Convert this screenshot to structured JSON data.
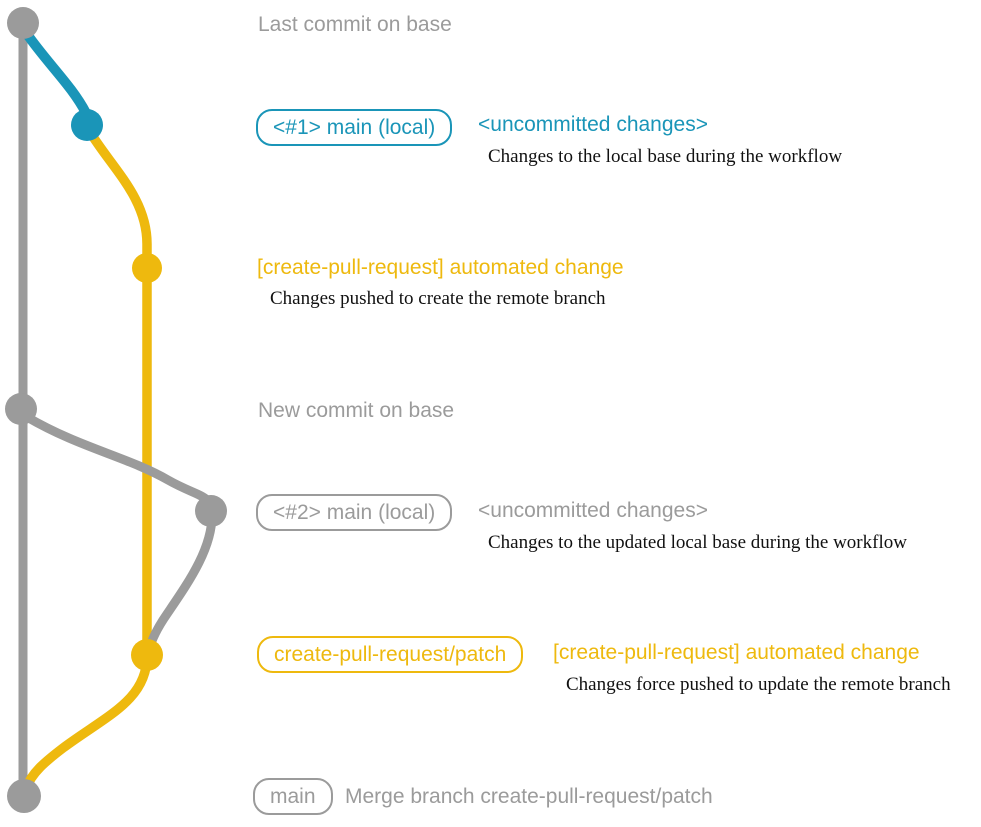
{
  "colors": {
    "gray": "#9b9b9b",
    "blue": "#1a95b8",
    "yellow": "#eeb90e",
    "black": "#111111"
  },
  "annotations": {
    "last_commit_caption": "Last commit on base",
    "badge_main_1": "<#1> main (local)",
    "uncommitted_1": "<uncommitted changes>",
    "uncommitted_1_desc": "Changes to the local base during the workflow",
    "automated_change_1": "[create-pull-request] automated change",
    "automated_change_1_desc": "Changes pushed to create the remote branch",
    "new_commit_caption": "New commit on base",
    "badge_main_2": "<#2> main (local)",
    "uncommitted_2": "<uncommitted changes>",
    "uncommitted_2_desc": "Changes to the updated local base during the workflow",
    "badge_patch_branch": "create-pull-request/patch",
    "automated_change_2": "[create-pull-request] automated change",
    "automated_change_2_desc": "Changes force pushed to update the remote branch",
    "badge_main_final": "main",
    "merge_caption": "Merge branch create-pull-request/patch"
  }
}
